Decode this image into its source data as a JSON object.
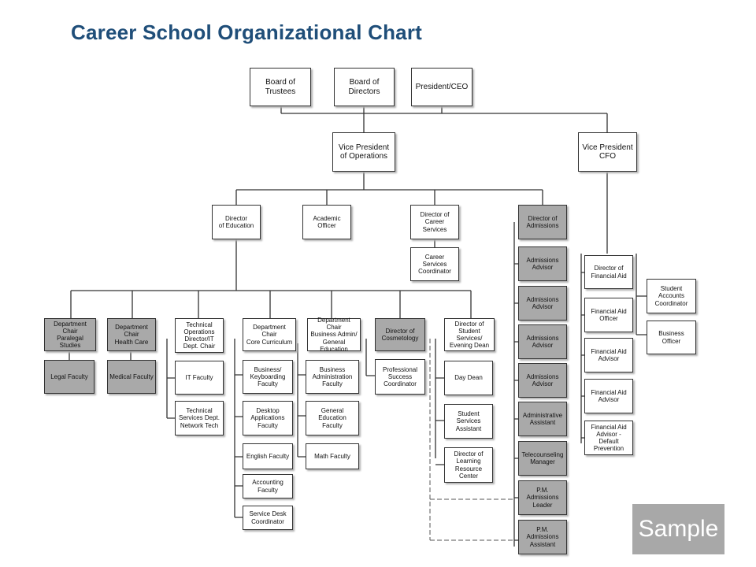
{
  "title": "Career School Organizational Chart",
  "badge": "Sample",
  "nodes": {
    "board_trustees": "Board of\nTrustees",
    "board_directors": "Board of\nDirectors",
    "president_ceo": "President/CEO",
    "vp_operations": "Vice President\nof Operations",
    "vp_cfo": "Vice President\nCFO",
    "director_education": "Director\nof Education",
    "academic_officer": "Academic\nOfficer",
    "director_career_services": "Director of\nCareer Services",
    "career_services_coordinator": "Career Services\nCoordinator",
    "director_admissions": "Director of\nAdmissions",
    "admissions_advisor_1": "Admissions\nAdvisor",
    "admissions_advisor_2": "Admissions\nAdvisor",
    "admissions_advisor_3": "Admissions\nAdvisor",
    "admissions_advisor_4": "Admissions\nAdvisor",
    "administrative_assistant": "Administrative\nAssistant",
    "telecounseling_manager": "Telecounseling\nManager",
    "pm_admissions_leader": "P.M. Admissions\nLeader",
    "pm_admissions_assistant": "P.M. Admissions\nAssistant",
    "director_financial_aid": "Director of\nFinancial Aid",
    "financial_aid_officer": "Financial Aid\nOfficer",
    "financial_aid_advisor_1": "Financial Aid\nAdvisor",
    "financial_aid_advisor_2": "Financial Aid\nAdvisor",
    "financial_aid_default": "Financial Aid\nAdvisor - Default\nPrevention",
    "student_accounts_coordinator": "Student\nAccounts\nCoordinator",
    "business_officer": "Business\nOfficer",
    "chair_paralegal": "Department\nChair\nParalegal Studies",
    "legal_faculty": "Legal Faculty",
    "chair_health_care": "Department\nChair\nHealth Care",
    "medical_faculty": "Medical Faculty",
    "technical_operations_director": "Technical\nOperations\nDirector/IT\nDept. Chair",
    "it_faculty": "IT Faculty",
    "network_tech": "Technical\nServices Dept.\nNetwork Tech",
    "chair_core_curriculum": "Department Chair\nCore Curriculum",
    "business_keyboarding_faculty": "Business/\nKeyboarding\nFaculty",
    "desktop_applications_faculty": "Desktop\nApplications\nFaculty",
    "english_faculty": "English Faculty",
    "accounting_faculty": "Accounting\nFaculty",
    "service_desk_coordinator": "Service Desk\nCoordinator",
    "chair_business_admin": "Department Chair\nBusiness Admin/\nGeneral Education",
    "business_administration_faculty": "Business\nAdministration\nFaculty",
    "general_education_faculty": "General\nEducation\nFaculty",
    "math_faculty": "Math Faculty",
    "director_cosmetology": "Director of\nCosmetology",
    "professional_success_coordinator": "Professional\nSuccess\nCoordinator",
    "director_student_services": "Director of\nStudent Services/\nEvening Dean",
    "day_dean": "Day Dean",
    "student_services_assistant": "Student Services\nAssistant",
    "director_learning_resource": "Director of\nLearning\nResource Center"
  }
}
